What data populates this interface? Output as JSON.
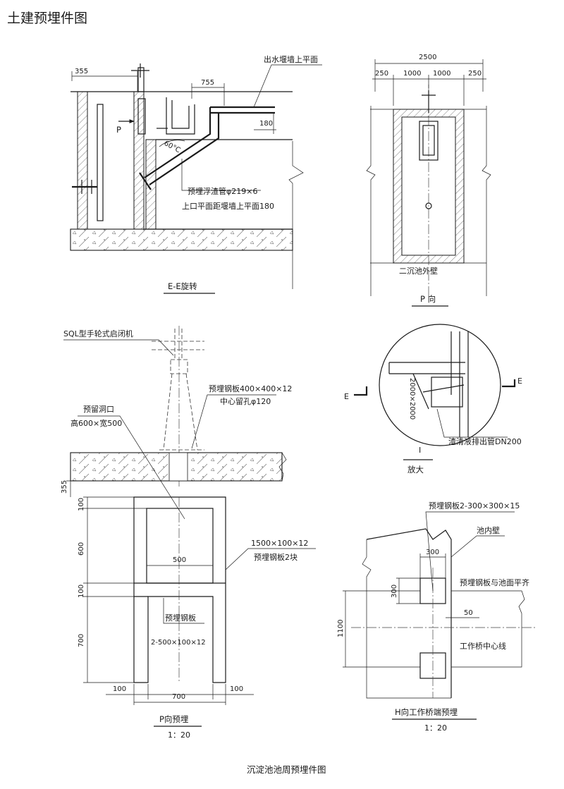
{
  "page_title": "土建预埋件图",
  "footer_title": "沉淀池池周预埋件图",
  "view_ee": {
    "caption": "E-E旋转",
    "label_weir_top": "出水堰墙上平面",
    "label_pipe": "预埋浮渣管φ219×6",
    "label_pipe_top": "上口平面距堰墙上平面180",
    "angle": "60°C",
    "arrow_label": "P",
    "dims": {
      "d355": "355",
      "d755": "755",
      "d180": "180"
    }
  },
  "view_p": {
    "caption": "P 向",
    "label_wall": "二沉池外壁",
    "dims": {
      "total": "2500",
      "left": "250",
      "mid_left": "1000",
      "mid_right": "1000",
      "right": "250"
    }
  },
  "view_p_embed": {
    "caption": "P向预埋",
    "scale": "1：20",
    "label_hoist": "SQL型手轮式启闭机",
    "label_plate_top": "预埋钢板400×400×12",
    "label_hole": "中心留孔φ120",
    "label_opening": "预留洞口",
    "label_opening_size": "高600×宽500",
    "label_plate_side_size": "1500×100×12",
    "label_plate_side": "预埋钢板2块",
    "label_plate_bottom": "预埋钢板",
    "label_plate_bottom_size": "2-500×100×12",
    "dims": {
      "d355": "355",
      "d100a": "100",
      "d600": "600",
      "d100b": "100",
      "d700v": "700",
      "d500": "500",
      "d100l": "100",
      "d100r": "100",
      "d700h": "700"
    }
  },
  "view_detail": {
    "caption": "放大",
    "numeral": "I",
    "marker_left": "E",
    "marker_right": "E",
    "label_drain": "渣清液排出管DN200",
    "dim_2000": "2000×2000"
  },
  "view_h": {
    "caption": "H向工作桥端预埋",
    "scale": "1：20",
    "label_plate": "预埋钢板2-300×300×15",
    "label_inner_wall": "池内壁",
    "label_flush": "预埋钢板与池面平齐",
    "label_center": "工作桥中心线",
    "dims": {
      "d300h": "300",
      "d300v": "300",
      "d50": "50",
      "d1100": "1100"
    }
  }
}
